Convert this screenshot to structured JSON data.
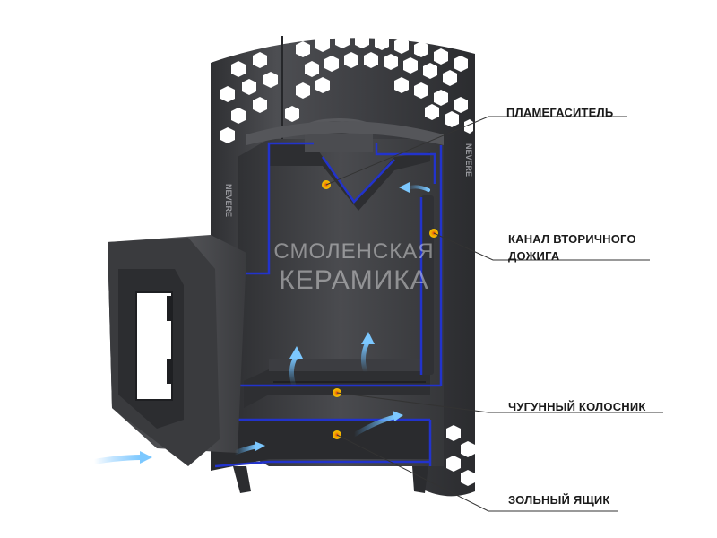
{
  "brand_engraving": "NEVERE",
  "watermark": {
    "line1": "СМОЛЕНСКАЯ",
    "line2": "КЕРАМИКА"
  },
  "callouts": [
    {
      "id": "flame-arrester",
      "label": "ПЛАМЕГАСИТЕЛЬ"
    },
    {
      "id": "secondary-burn-channel",
      "label_line1": "КАНАЛ ВТОРИЧНОГО",
      "label_line2": "ДОЖИГА"
    },
    {
      "id": "cast-iron-grate",
      "label": "ЧУГУННЫЙ КОЛОСНИК"
    },
    {
      "id": "ash-box",
      "label": "ЗОЛЬНЫЙ ЯЩИК"
    }
  ],
  "colors": {
    "steel_dark": "#3a3b3e",
    "steel_mid": "#4a4b4f",
    "steel_light": "#5b5c60",
    "cutaway_edge": "#2233cc",
    "airflow": "#5ab6ff",
    "marker_fill": "#f5c400",
    "marker_center": "#e23a1a",
    "leader_line": "#333333"
  },
  "icons": [
    "airflow-arrow",
    "callout-marker"
  ]
}
